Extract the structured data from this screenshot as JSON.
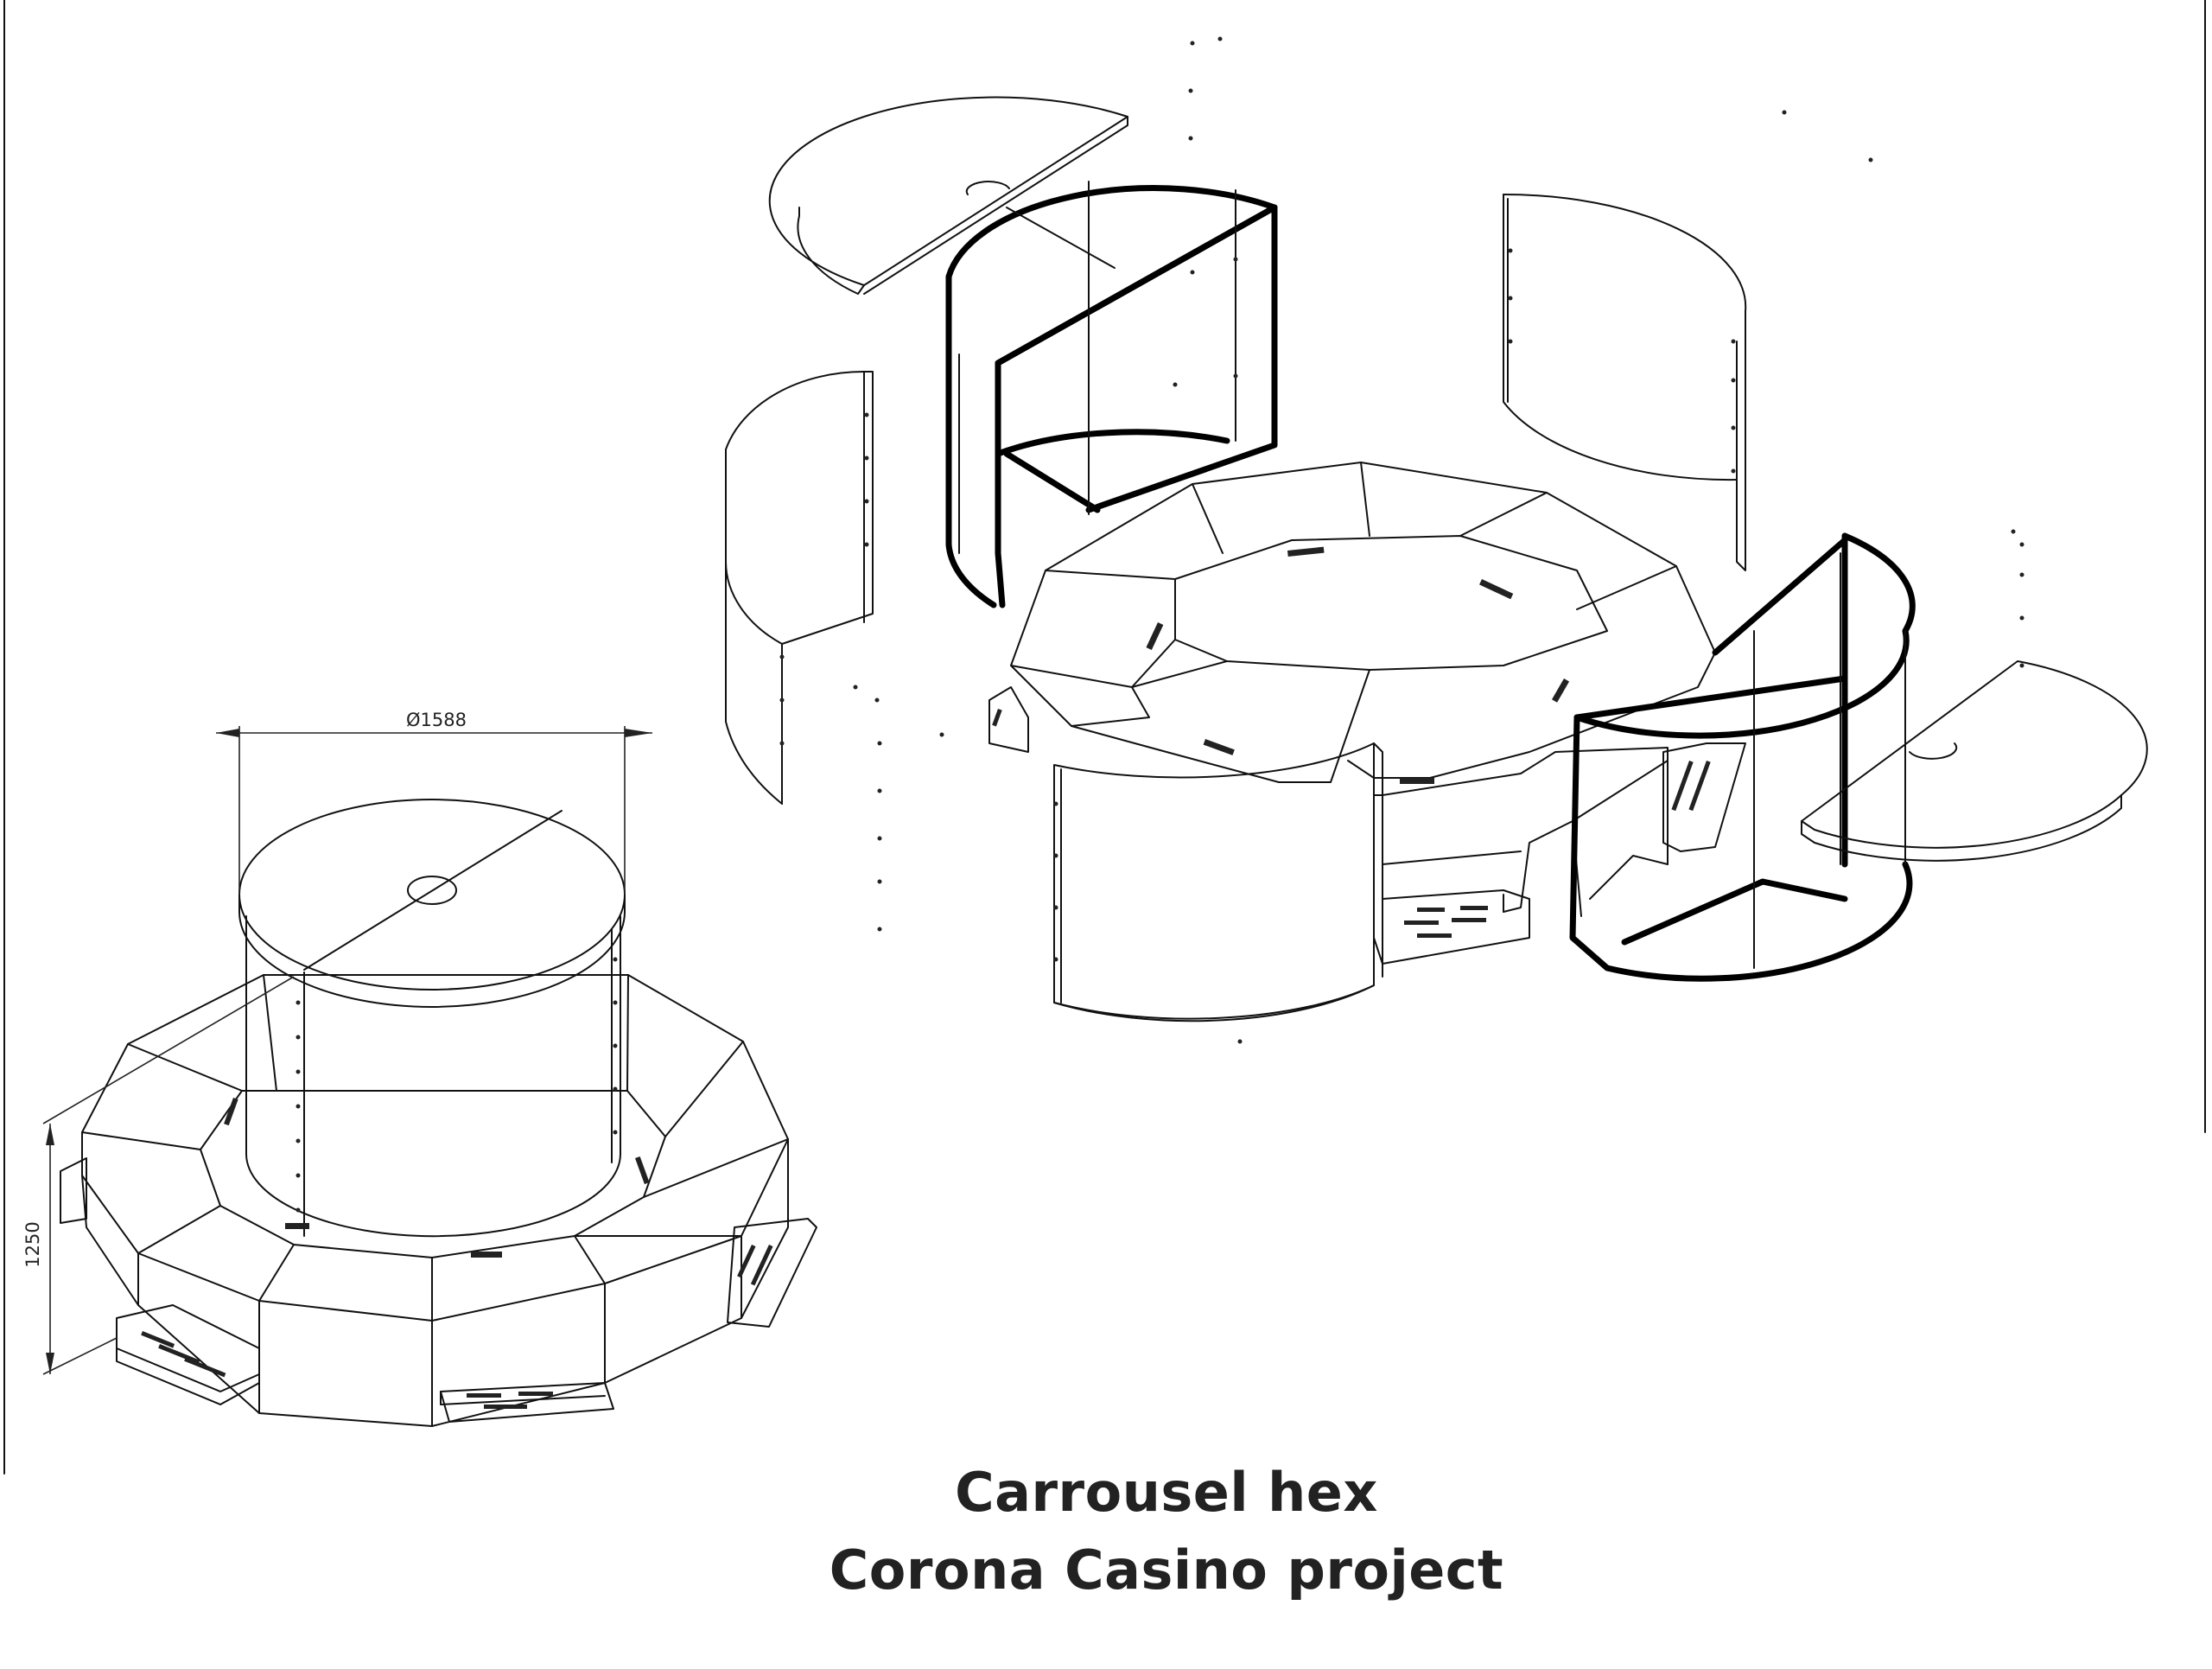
{
  "title": {
    "line1": "Carrousel hex",
    "line2": "Corona Casino project"
  },
  "dimensions": {
    "diameter": "Ø1588",
    "height": "1250"
  },
  "colors": {
    "line": "#111111",
    "text": "#222222",
    "background": "#ffffff"
  }
}
